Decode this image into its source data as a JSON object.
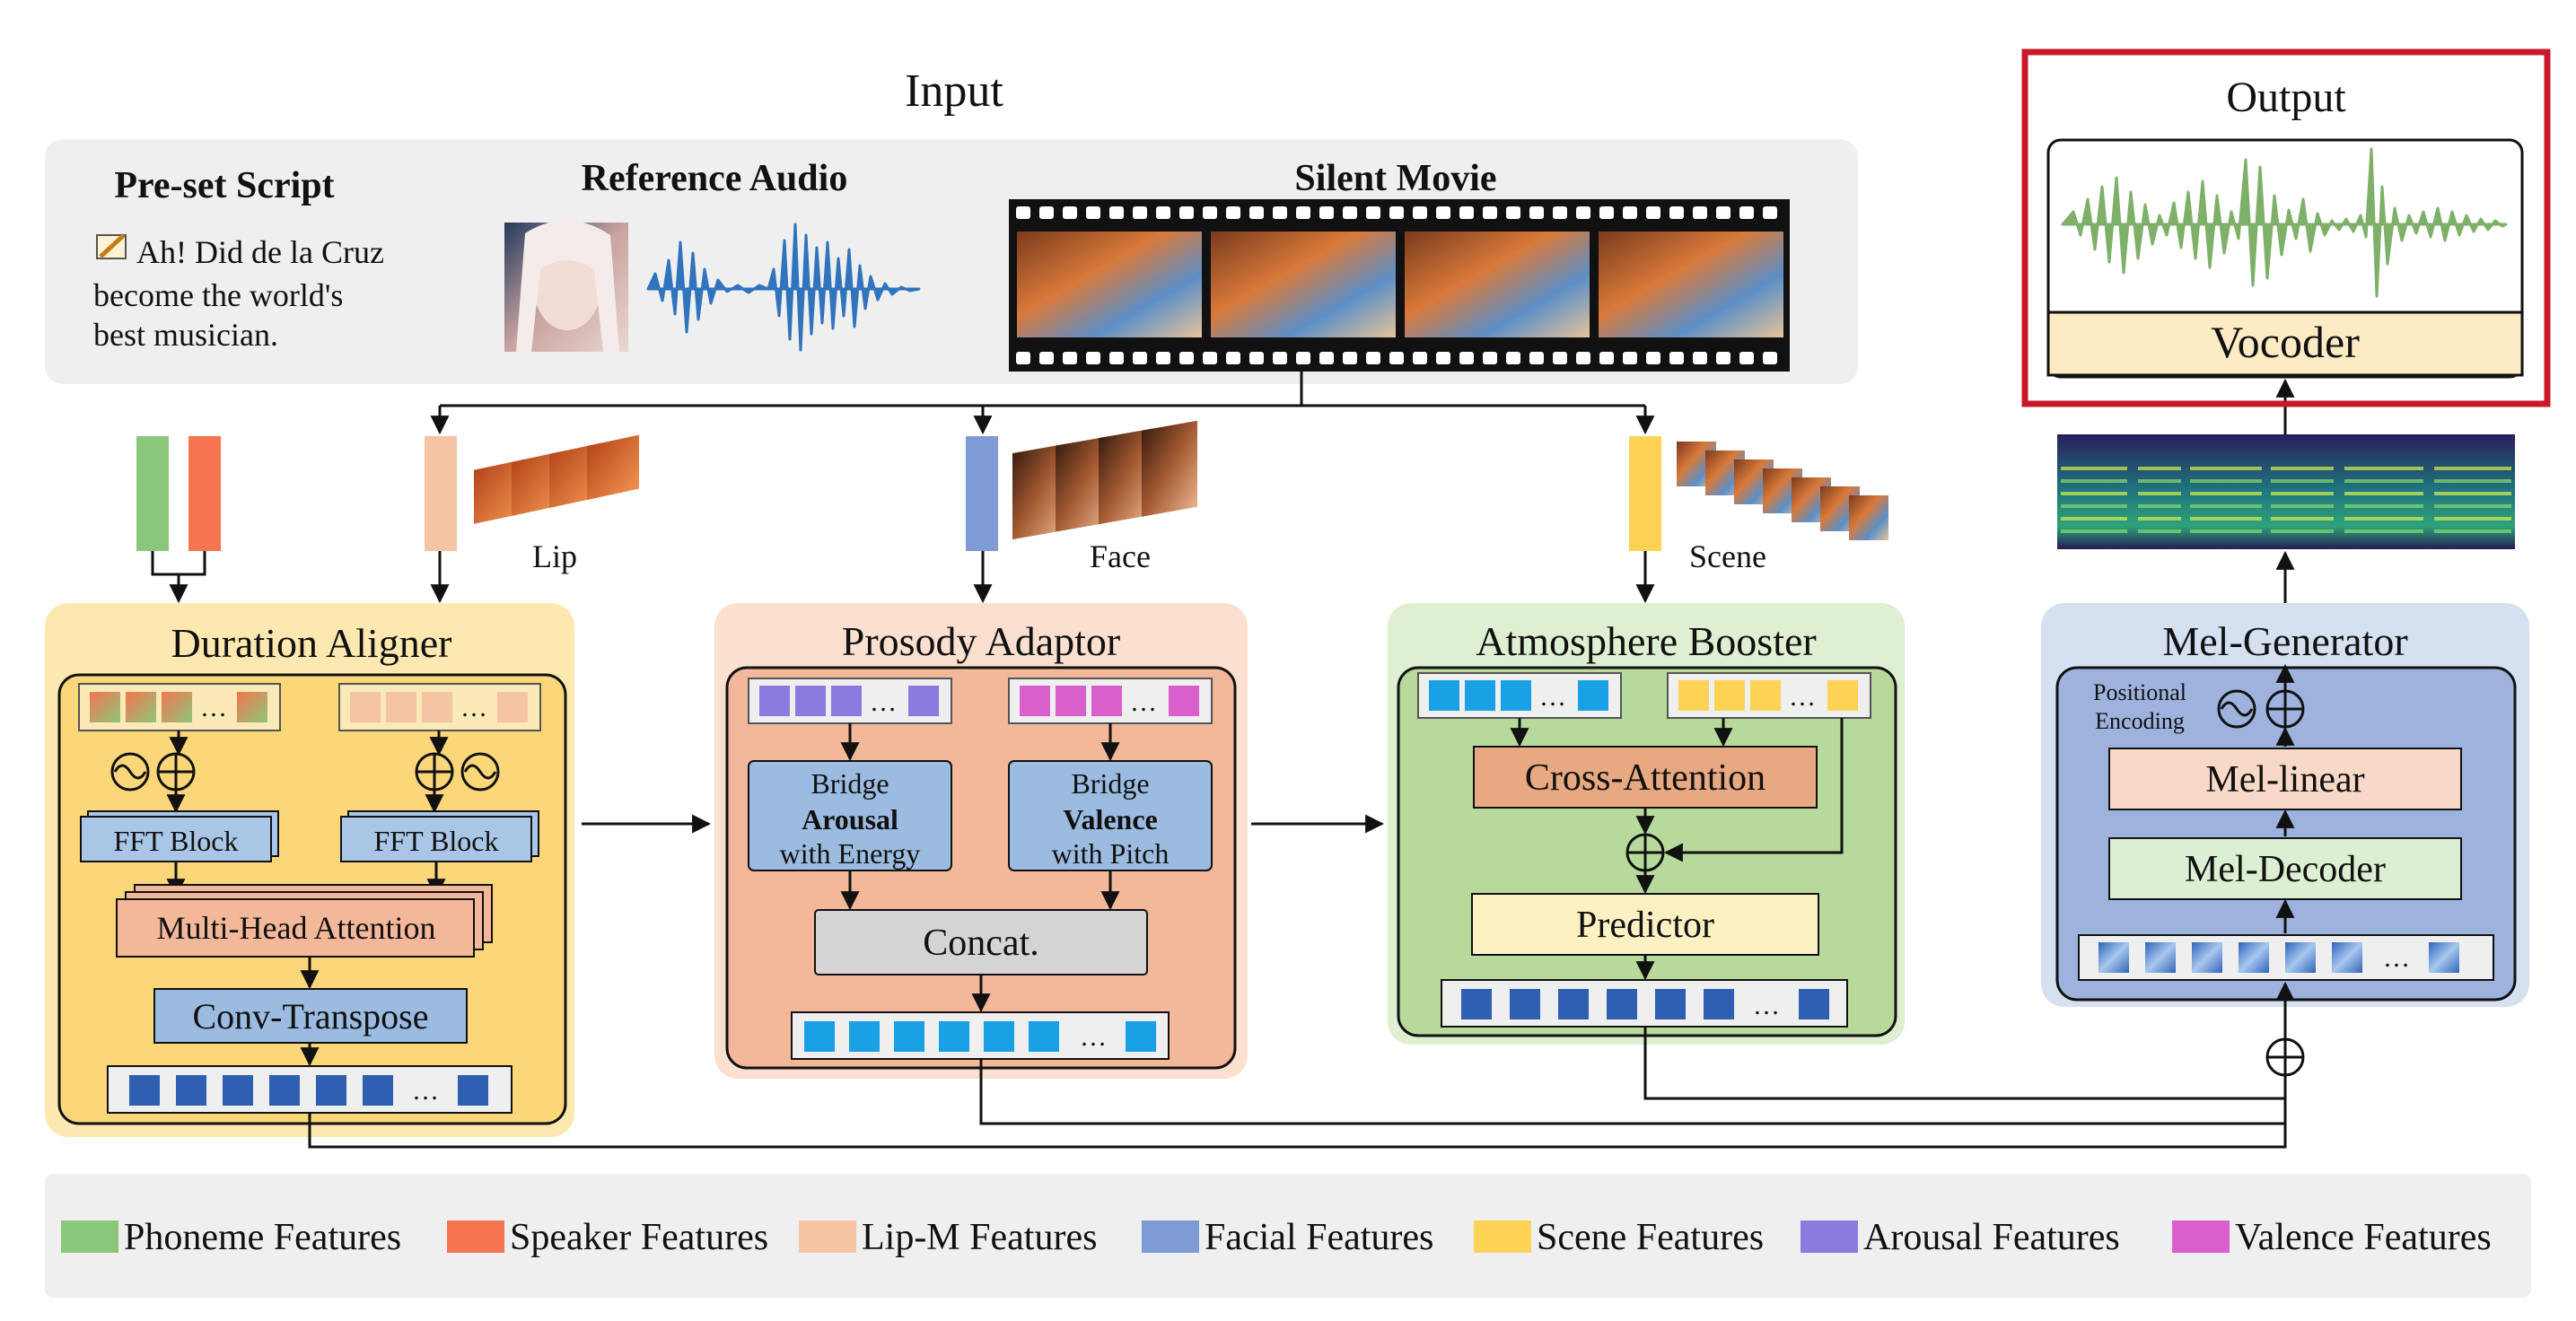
{
  "input": {
    "title": "Input",
    "script_title": "Pre-set Script",
    "script_lines": [
      "Ah! Did de la Cruz",
      "become the world's",
      "best musician."
    ],
    "audio_title": "Reference Audio",
    "movie_title": "Silent Movie"
  },
  "output": {
    "title": "Output",
    "vocoder": "Vocoder"
  },
  "features": {
    "lip": "Lip",
    "face": "Face",
    "scene": "Scene"
  },
  "duration_aligner": {
    "title": "Duration Aligner",
    "fft_left": "FFT Block",
    "fft_right": "FFT Block",
    "mha": "Multi-Head Attention",
    "conv": "Conv-Transpose"
  },
  "prosody_adaptor": {
    "title": "Prosody Adaptor",
    "bridge_left": [
      "Bridge",
      "Arousal",
      "with Energy"
    ],
    "bridge_right": [
      "Bridge",
      "Valence",
      "with Pitch"
    ],
    "concat": "Concat."
  },
  "atmosphere_booster": {
    "title": "Atmosphere Booster",
    "cross_attention": "Cross-Attention",
    "predictor": "Predictor"
  },
  "mel_generator": {
    "title": "Mel-Generator",
    "positional_encoding": [
      "Positional",
      "Encoding"
    ],
    "mel_linear": "Mel-linear",
    "mel_decoder": "Mel-Decoder"
  },
  "ellipsis": "…",
  "legend": [
    {
      "label": "Phoneme Features",
      "color": "#8bc77a"
    },
    {
      "label": "Speaker Features",
      "color": "#f4754f"
    },
    {
      "label": "Lip-M Features",
      "color": "#f5c4a4"
    },
    {
      "label": "Facial Features",
      "color": "#7f9bd6"
    },
    {
      "label": "Scene Features",
      "color": "#fcd354"
    },
    {
      "label": "Arousal Features",
      "color": "#8c7ae0"
    },
    {
      "label": "Valence Features",
      "color": "#d95fcd"
    }
  ],
  "colors": {
    "duration_bg": "#fde9b0",
    "duration_inner": "#fbd77a",
    "prosody_bg": "#fbe0d0",
    "prosody_inner": "#f3b89a",
    "atmosphere_bg": "#dfefd2",
    "atmosphere_inner": "#b7d99c",
    "mel_bg": "#d5e0f1",
    "mel_inner": "#9db3de",
    "output_border": "#c8182a",
    "waveform_green": "#7fb069",
    "waveform_blue": "#2f74bd"
  }
}
